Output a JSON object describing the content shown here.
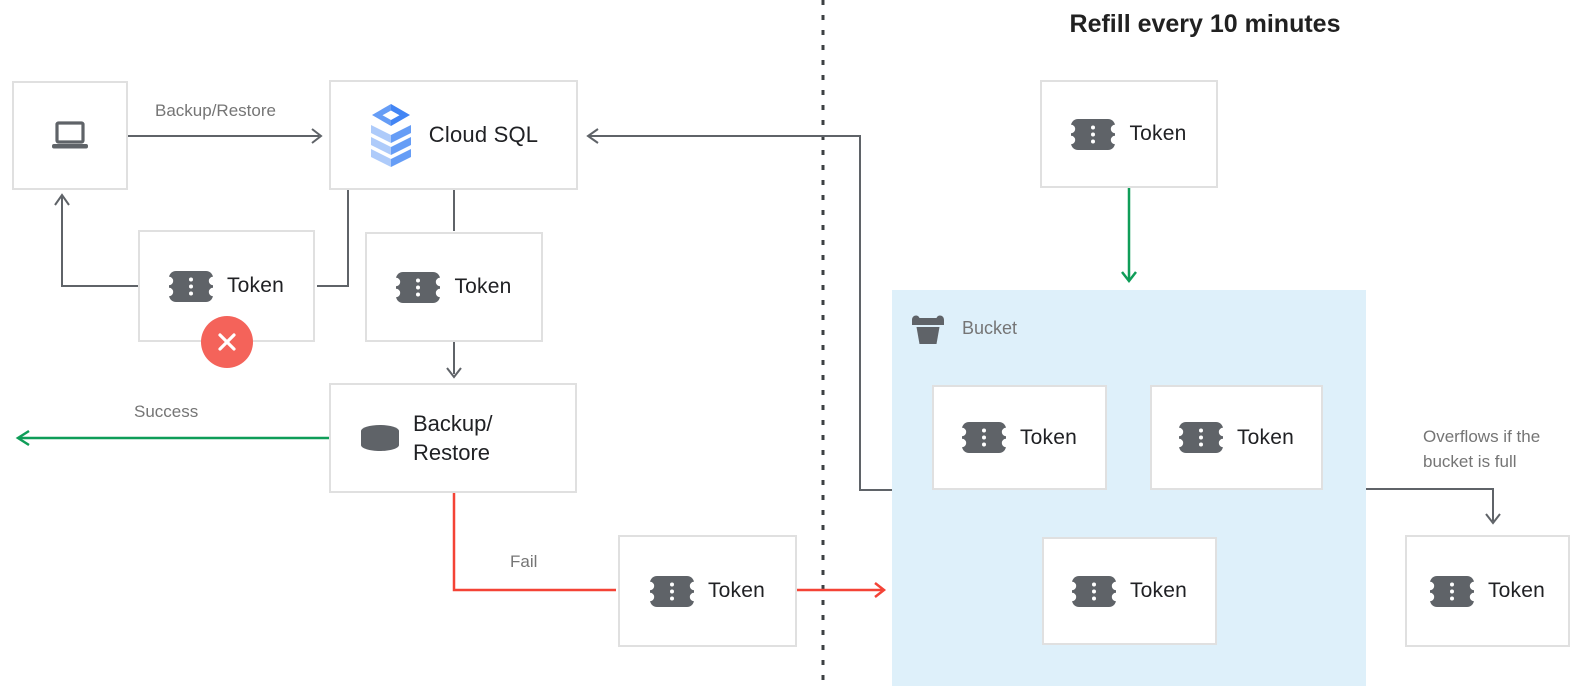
{
  "diagram_title": "Refill every 10 minutes",
  "colors": {
    "background": "#ffffff",
    "box_border": "#e0e0e0",
    "connector_gray": "#5f6368",
    "divider_dark": "#3c4043",
    "success_green": "#0f9d58",
    "fail_red": "#f44336",
    "badge_red": "#f4635a",
    "bucket_fill": "#def0fa",
    "label_gray": "#757575",
    "text_dark": "#202124",
    "icon_gray": "#5f6368",
    "cloud_sql_blue": "#4285f4",
    "cloud_sql_blue_mid": "#669df6",
    "cloud_sql_blue_light": "#aecbfa"
  },
  "nodes": {
    "client": {
      "icon": "laptop-icon"
    },
    "cloud_sql": {
      "icon": "cloud-sql-icon",
      "label": "Cloud SQL"
    },
    "rejected_token": {
      "icon": "token-icon",
      "label": "Token",
      "badge": "error-x-icon"
    },
    "consumed_token": {
      "icon": "token-icon",
      "label": "Token"
    },
    "backup_restore": {
      "icon": "database-icon",
      "line1": "Backup/",
      "line2": "Restore"
    },
    "failed_token": {
      "icon": "token-icon",
      "label": "Token"
    },
    "refill_token": {
      "icon": "token-icon",
      "label": "Token"
    },
    "overflow_token": {
      "icon": "token-icon",
      "label": "Token"
    },
    "bucket": {
      "icon": "bucket-icon",
      "label": "Bucket",
      "tokens": [
        "Token",
        "Token",
        "Token"
      ]
    }
  },
  "edge_labels": {
    "backup_restore": "Backup/Restore",
    "success": "Success",
    "fail": "Fail",
    "overflow_line1": "Overflows if the",
    "overflow_line2": "bucket is full"
  }
}
